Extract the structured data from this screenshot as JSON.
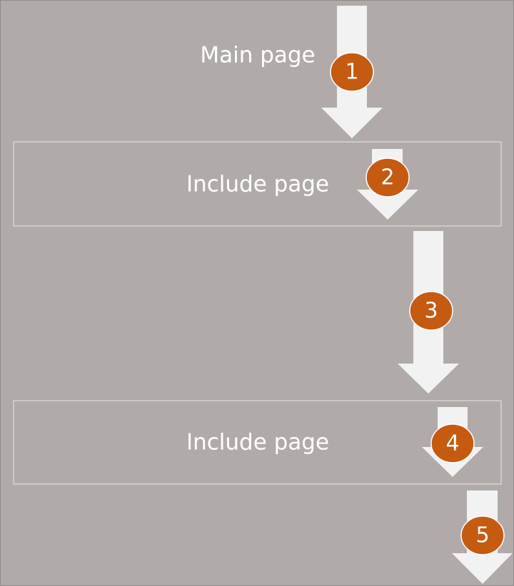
{
  "main": {
    "label": "Main page"
  },
  "includes": [
    {
      "label": "Include page"
    },
    {
      "label": "Include page"
    }
  ],
  "steps": [
    "1",
    "2",
    "3",
    "4",
    "5"
  ],
  "colors": {
    "background": "#b0aba9",
    "arrow": "#f2f2f2",
    "badge": "#c55a11",
    "box_border": "#d6d3d1",
    "text": "#ffffff"
  }
}
